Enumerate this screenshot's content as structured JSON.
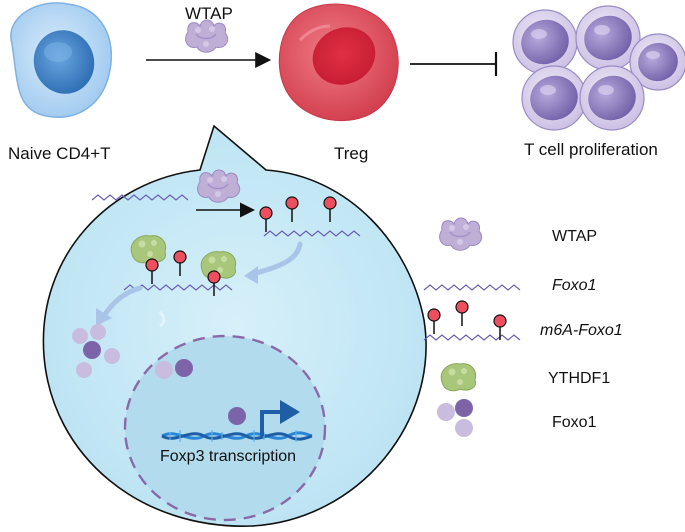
{
  "top": {
    "naive_label": "Naive CD4+T",
    "wtap_label": "WTAP",
    "treg_label": "Treg",
    "proliferation_label": "T cell proliferation"
  },
  "nucleus": {
    "transcription_label": "Foxp3 transcription"
  },
  "legend": {
    "items": [
      {
        "label": "WTAP",
        "italic": false,
        "icon": "wtap-protein-icon"
      },
      {
        "label": "Foxo1",
        "italic": true,
        "icon": "foxo1-mrna-icon"
      },
      {
        "label": "m6A-Foxo1",
        "italic": true,
        "icon": "m6a-foxo1-mrna-icon"
      },
      {
        "label": "YTHDF1",
        "italic": false,
        "icon": "ythdf1-protein-icon"
      },
      {
        "label": "Foxo1",
        "italic": false,
        "icon": "foxo1-protein-icon"
      }
    ]
  },
  "colors": {
    "bubble_fill": "#c8eaf6",
    "bubble_stroke": "#111111",
    "nucleus_stroke": "#8a6aa6",
    "naive_cell": "#4a86c6",
    "treg_cell": "#e0525f",
    "t_cell": "#8a78b8",
    "wtap": "#b9a7cf",
    "ythdf1": "#9fbf6a",
    "m6a_pin": "#ee4f5f",
    "mrna_line": "#6b5fb0",
    "dna_blue": "#2a86d6",
    "arrow_blue": "#8fb2da"
  }
}
